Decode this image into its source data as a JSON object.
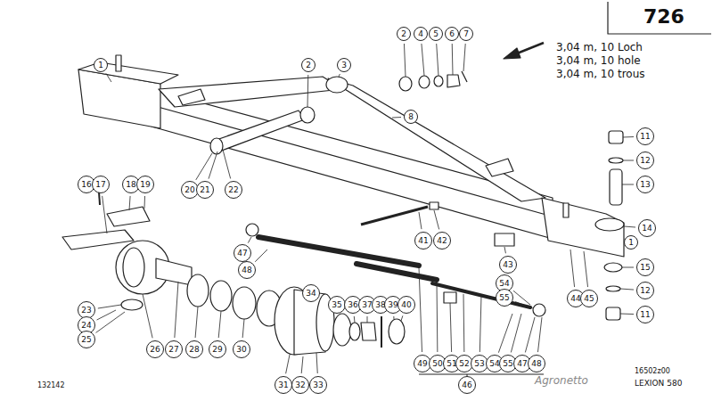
{
  "diagram": {
    "labels": [
      "726",
      "3,04 m, 10 Loch",
      "3,04 m, 10 hole",
      "3,04 m, 10 trous",
      "1",
      "2",
      "4",
      "5",
      "6",
      "7",
      "2",
      "3",
      "8",
      "11",
      "12",
      "13",
      "14",
      "1",
      "15",
      "12",
      "11",
      "16",
      "17",
      "18",
      "19",
      "20",
      "21",
      "22",
      "47",
      "48",
      "41",
      "42",
      "43",
      "44",
      "45",
      "54",
      "55",
      "34",
      "23",
      "24",
      "25",
      "26",
      "27",
      "28",
      "29",
      "30",
      "35",
      "36",
      "37",
      "38",
      "39",
      "40",
      "31",
      "32",
      "33",
      "49",
      "50",
      "51",
      "52",
      "53",
      "54",
      "55",
      "47",
      "48",
      "46",
      "16502z00",
      "LEXION 580",
      "132142",
      "Agronetto"
    ]
  }
}
